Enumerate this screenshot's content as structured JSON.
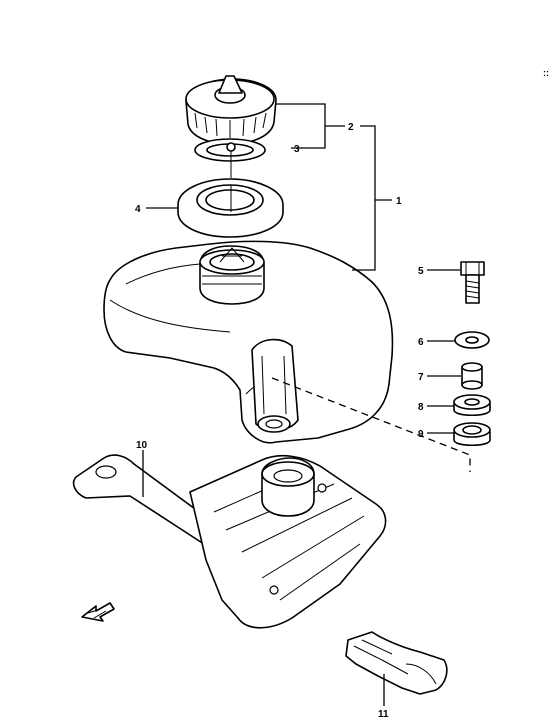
{
  "diagram": {
    "corner_mark": "::",
    "callouts": [
      {
        "id": "1",
        "text": "1"
      },
      {
        "id": "2",
        "text": "2"
      },
      {
        "id": "3",
        "text": "3"
      },
      {
        "id": "4",
        "text": "4"
      },
      {
        "id": "5",
        "text": "5"
      },
      {
        "id": "6",
        "text": "6"
      },
      {
        "id": "7",
        "text": "7"
      },
      {
        "id": "8",
        "text": "8"
      },
      {
        "id": "9",
        "text": "9"
      },
      {
        "id": "10",
        "text": "10"
      },
      {
        "id": "11",
        "text": "11"
      }
    ]
  }
}
